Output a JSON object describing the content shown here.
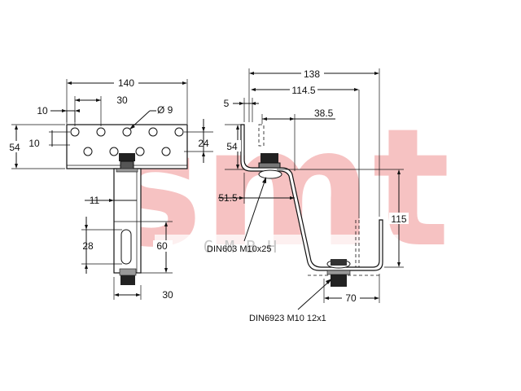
{
  "watermark": {
    "brand": "smt",
    "sub": "GMBH",
    "colors": {
      "brand": "#f5b8b8",
      "sub": "#c8c8c8"
    }
  },
  "front_view": {
    "dims": {
      "width_total": "140",
      "edge_offset": "10",
      "hole_spacing": "30",
      "hole_dia": "Ø 9",
      "height_total": "54",
      "row_offset": "10",
      "row_spacing": "24",
      "stem_width": "11",
      "slot_length": "28",
      "stem_height": "60",
      "foot_width": "30"
    }
  },
  "side_view": {
    "dims": {
      "overall": "138",
      "inner": "114.5",
      "lip": "5",
      "offset": "38.5",
      "height_top": "54",
      "drop": "51.5",
      "height_right": "115",
      "base": "70"
    },
    "notes": {
      "bolt": "DIN603 M10x25",
      "washer": "DIN6923 M10 12x1"
    }
  }
}
